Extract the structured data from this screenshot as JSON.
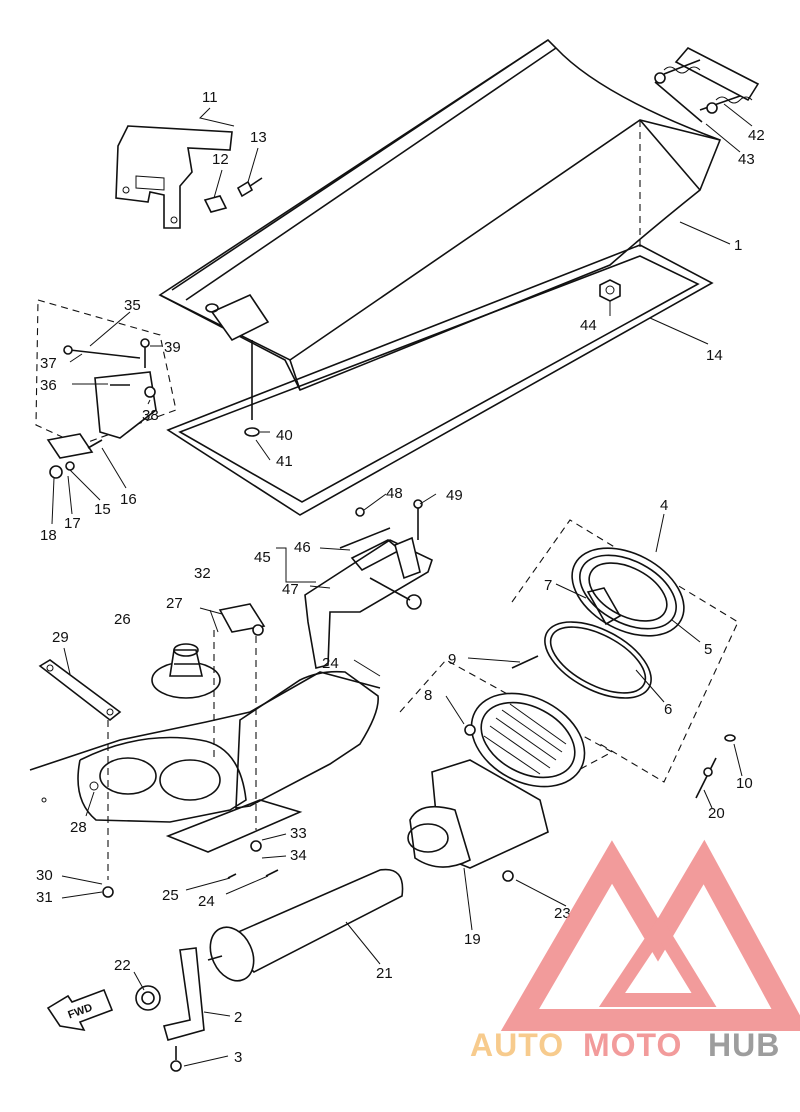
{
  "callouts": [
    "1",
    "2",
    "3",
    "4",
    "5",
    "6",
    "7",
    "8",
    "9",
    "10",
    "11",
    "12",
    "13",
    "14",
    "15",
    "16",
    "17",
    "18",
    "19",
    "20",
    "21",
    "22",
    "23",
    "24",
    "24",
    "25",
    "26",
    "27",
    "28",
    "29",
    "30",
    "31",
    "32",
    "33",
    "34",
    "35",
    "36",
    "37",
    "38",
    "39",
    "40",
    "41",
    "42",
    "43",
    "44",
    "45",
    "46",
    "47",
    "48",
    "49"
  ],
  "fwd_label": "FWD",
  "watermark": {
    "auto": "AUTO",
    "moto": "MOTO",
    "hub": "HUB"
  },
  "colors": {
    "line": "#111111",
    "watermark_red": "#f08a8a",
    "watermark_orange": "#f6c27a",
    "watermark_gray": "#8c8c8c"
  }
}
